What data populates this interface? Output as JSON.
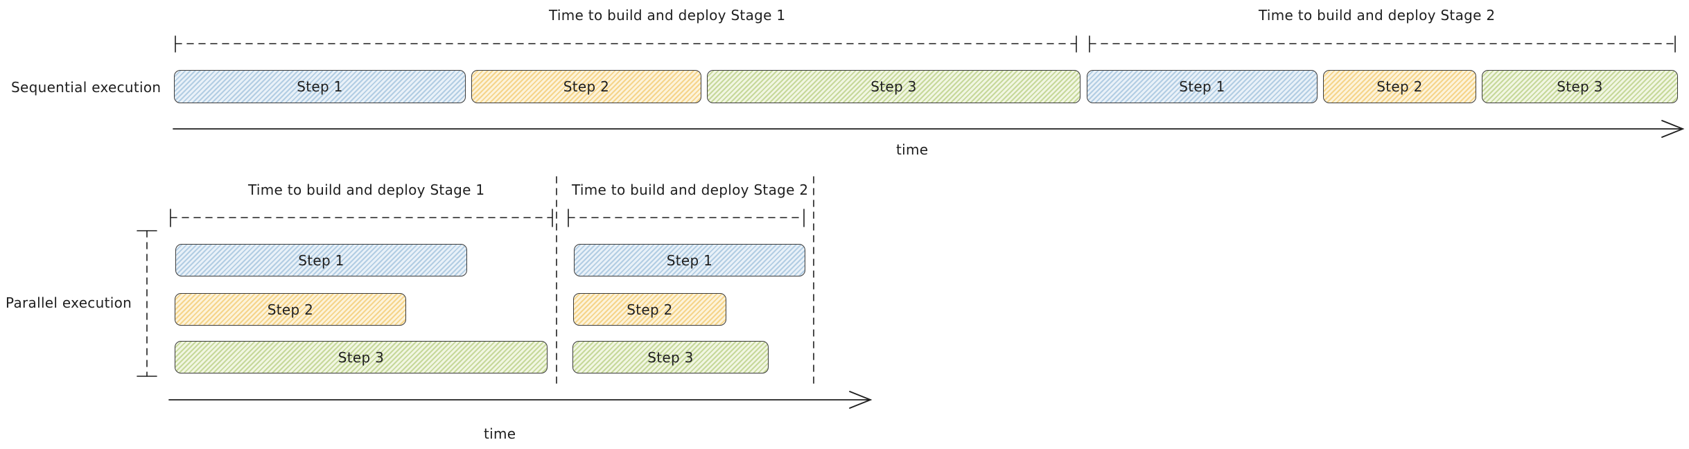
{
  "sequential": {
    "row_label": "Sequential execution",
    "stage1_label": "Time to build and deploy Stage 1",
    "stage2_label": "Time to build and deploy Stage 2",
    "axis_label": "time",
    "stage1_steps": [
      "Step 1",
      "Step 2",
      "Step 3"
    ],
    "stage2_steps": [
      "Step 1",
      "Step 2",
      "Step 3"
    ]
  },
  "parallel": {
    "row_label": "Parallel execution",
    "stage1_label": "Time to build and deploy Stage 1",
    "stage2_label": "Time to build and deploy Stage 2",
    "axis_label": "time",
    "stage1_steps": [
      "Step 1",
      "Step 2",
      "Step 3"
    ],
    "stage2_steps": [
      "Step 1",
      "Step 2",
      "Step 3"
    ]
  },
  "colors": {
    "step1": "#a5c3e0",
    "step2": "#f2cd7a",
    "step3": "#bfd48f",
    "stroke": "#1e1e1e"
  }
}
